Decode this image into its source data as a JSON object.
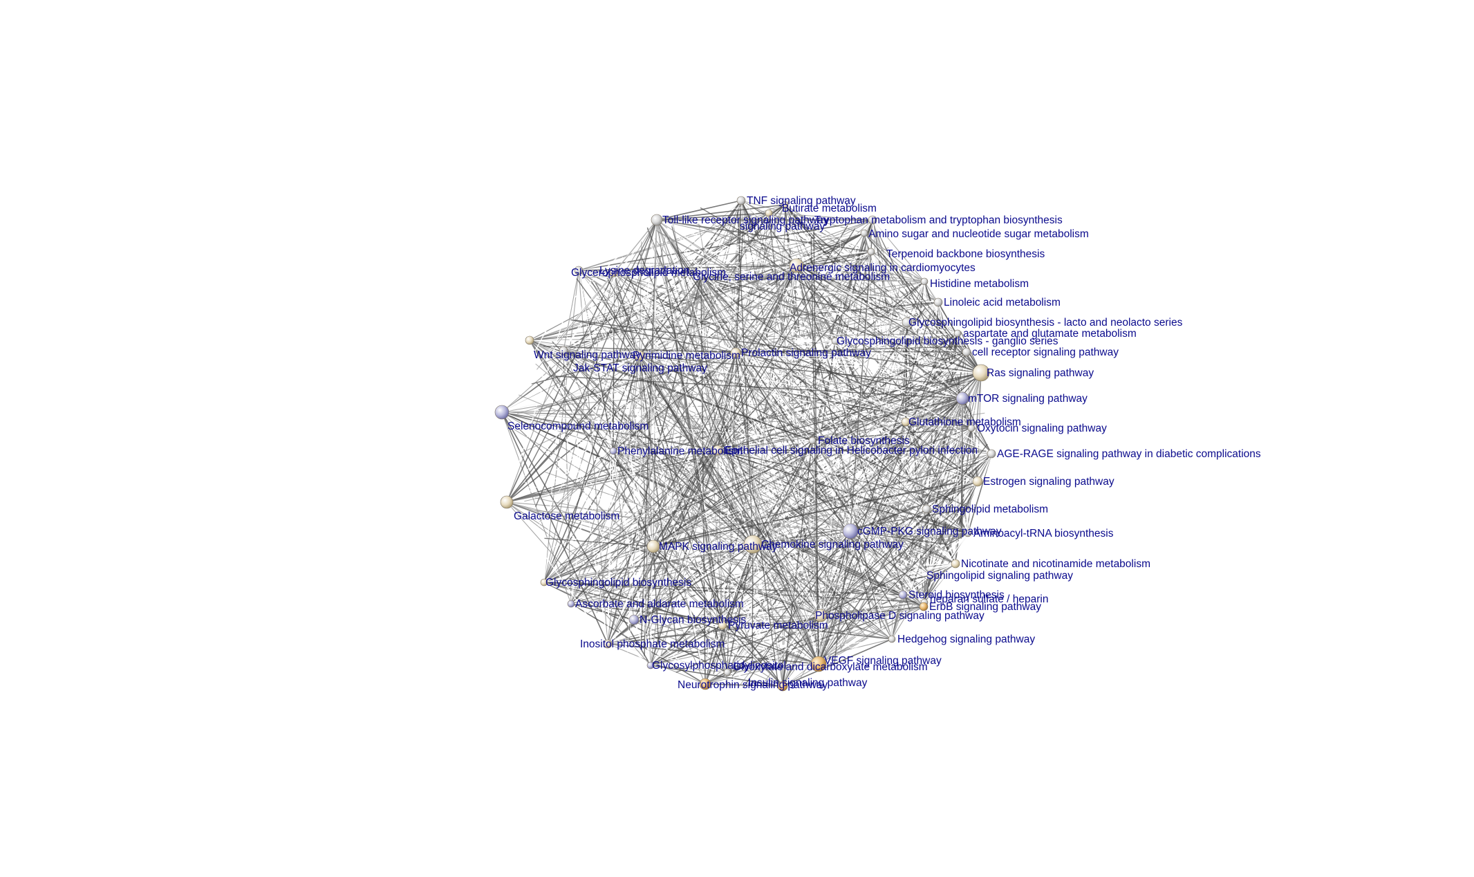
{
  "colors": {
    "background": "#ffffff",
    "edge_dark": "#4a4a4a",
    "edge_mid": "#8a8a8a",
    "edge_light": "#ffffff",
    "label": "#0a0a8c",
    "node_tan": "#e8dcc0",
    "node_orange": "#e8b870",
    "node_lavender": "#b8b8dc",
    "node_grey": "#d8d8d8"
  },
  "nodes": [
    {
      "id": "n1",
      "label": "TNF signaling pathway",
      "style": "grey"
    },
    {
      "id": "n2",
      "label": "Butirate metabolism",
      "style": "tan"
    },
    {
      "id": "n3",
      "label": "signaling pathway",
      "style": "tan"
    },
    {
      "id": "n4",
      "label": "Tryptophan metabolism and tryptophan biosynthesis",
      "style": "grey"
    },
    {
      "id": "n5",
      "label": "Amino sugar and nucleotide sugar metabolism",
      "style": "grey"
    },
    {
      "id": "n6",
      "label": "Terpenoid backbone biosynthesis",
      "style": "grey"
    },
    {
      "id": "n7",
      "label": "Adrenergic signaling in cardiomyocytes",
      "style": "tan"
    },
    {
      "id": "n8",
      "label": "Histidine metabolism",
      "style": "grey"
    },
    {
      "id": "n9",
      "label": "Linoleic acid metabolism",
      "style": "grey"
    },
    {
      "id": "n10",
      "label": "Glycosphingolipid biosynthesis - lacto and neolacto series",
      "style": "grey"
    },
    {
      "id": "n11",
      "label": "aspartate and glutamate metabolism",
      "style": "grey"
    },
    {
      "id": "n12",
      "label": "Glycosphingolipid biosynthesis - ganglio series",
      "style": "grey"
    },
    {
      "id": "n13",
      "label": "cell receptor signaling pathway",
      "style": "grey"
    },
    {
      "id": "n14",
      "label": "Ras signaling pathway",
      "style": "tan"
    },
    {
      "id": "n15",
      "label": "mTOR signaling pathway",
      "style": "lavender"
    },
    {
      "id": "n16",
      "label": "Glutathione metabolism",
      "style": "tan"
    },
    {
      "id": "n17",
      "label": "Oxytocin signaling pathway",
      "style": "grey"
    },
    {
      "id": "n18",
      "label": "AGE-RAGE signaling pathway in diabetic complications",
      "style": "grey"
    },
    {
      "id": "n19",
      "label": "Estrogen signaling pathway",
      "style": "tan"
    },
    {
      "id": "n20",
      "label": "Sphingolipid metabolism",
      "style": "grey"
    },
    {
      "id": "n21",
      "label": "cGMP-PKG signaling pathway",
      "style": "lavender"
    },
    {
      "id": "n22",
      "label": "Aminoacyl-tRNA biosynthesis",
      "style": "grey"
    },
    {
      "id": "n23",
      "label": "Nicotinate and nicotinamide metabolism",
      "style": "tan"
    },
    {
      "id": "n24",
      "label": "Sphingolipid signaling pathway",
      "style": "grey"
    },
    {
      "id": "n25",
      "label": "Steroid biosynthesis",
      "style": "lavender"
    },
    {
      "id": "n26",
      "label": "heparan sulfate / heparin",
      "style": "grey"
    },
    {
      "id": "n27",
      "label": "ErbB signaling pathway",
      "style": "orange"
    },
    {
      "id": "n28",
      "label": "Phospholipase D signaling pathway",
      "style": "tan"
    },
    {
      "id": "n29",
      "label": "Hedgehog signaling pathway",
      "style": "grey"
    },
    {
      "id": "n30",
      "label": "VEGF signaling pathway",
      "style": "orange"
    },
    {
      "id": "n31",
      "label": "Glyoxylate and dicarboxylate metabolism",
      "style": "grey"
    },
    {
      "id": "n32",
      "label": "Neurotrophin signaling pathway",
      "style": "orange"
    },
    {
      "id": "n33",
      "label": "Insulin signaling pathway",
      "style": "orange"
    },
    {
      "id": "n34",
      "label": "Pyruvate metabolism",
      "style": "tan"
    },
    {
      "id": "n35",
      "label": "N-Glycan biosynthesis",
      "style": "lavender"
    },
    {
      "id": "n36",
      "label": "Ascorbate and aldarate metabolism",
      "style": "lavender"
    },
    {
      "id": "n37",
      "label": "Glycosphingolipid biosynthesis",
      "style": "tan"
    },
    {
      "id": "n38",
      "label": "MAPK signaling pathway",
      "style": "tan"
    },
    {
      "id": "n39",
      "label": "Chemokine signaling pathway",
      "style": "tan"
    },
    {
      "id": "n40",
      "label": "Epithelial cell signaling in Helicobacter pylori infection",
      "style": "tan"
    },
    {
      "id": "n41",
      "label": "Folate biosynthesis",
      "style": "grey"
    },
    {
      "id": "n42",
      "label": "Prolactin signaling pathway",
      "style": "tan"
    },
    {
      "id": "n43",
      "label": "Phenylalanine metabolism",
      "style": "lavender"
    },
    {
      "id": "n44",
      "label": "Glycine, serine and threonine metabolism",
      "style": "grey"
    },
    {
      "id": "n45",
      "label": "Glycerophospholipid metabolism",
      "style": "tan"
    },
    {
      "id": "n46",
      "label": "Toll-like receptor signaling pathway",
      "style": "grey"
    },
    {
      "id": "n47",
      "label": "Pyrimidine metabolism",
      "style": "tan"
    },
    {
      "id": "n48",
      "label": "Glycosylphosphatidylinositol",
      "style": "lavender"
    },
    {
      "id": "n49",
      "label": "Selenocompound metabolism",
      "style": "lavender"
    },
    {
      "id": "n50",
      "label": "Galactose metabolism",
      "style": "tan"
    },
    {
      "id": "n51",
      "label": "Inositol phosphate metabolism",
      "style": "tan"
    },
    {
      "id": "n52",
      "label": "Wnt signaling pathway",
      "style": "tan"
    },
    {
      "id": "n53",
      "label": "Lysine degradation",
      "style": "grey"
    },
    {
      "id": "n54",
      "label": "Jak-STAT signaling pathway",
      "style": "grey"
    }
  ]
}
